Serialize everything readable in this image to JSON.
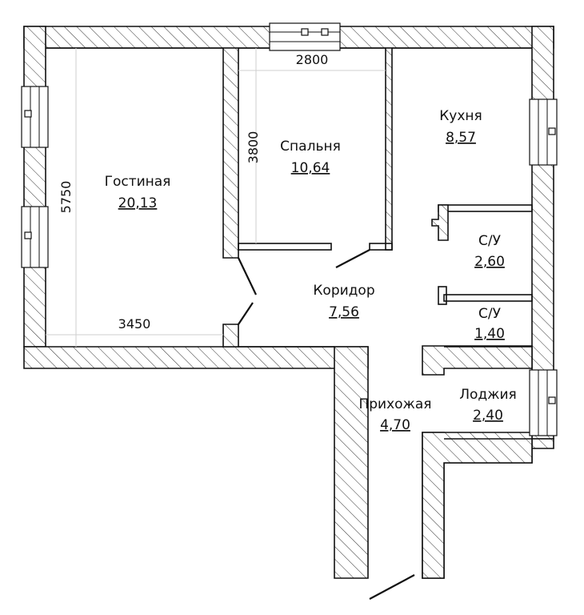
{
  "rooms": {
    "living": {
      "name": "Гостиная",
      "area": "20,13"
    },
    "bedroom": {
      "name": "Спальня",
      "area": "10,64"
    },
    "kitchen": {
      "name": "Кухня",
      "area": "8,57"
    },
    "bath1": {
      "name": "С/У",
      "area": "2,60"
    },
    "bath2": {
      "name": "С/У",
      "area": "1,40"
    },
    "corridor": {
      "name": "Коридор",
      "area": "7,56"
    },
    "hall": {
      "name": "Прихожая",
      "area": "4,70"
    },
    "loggia": {
      "name": "Лоджия",
      "area": "2,40"
    }
  },
  "dimensions": {
    "bedroom_width": "2800",
    "bedroom_height": "3800",
    "living_height": "5750",
    "living_width": "3450"
  },
  "colors": {
    "line": "#111111",
    "background": "#ffffff"
  }
}
